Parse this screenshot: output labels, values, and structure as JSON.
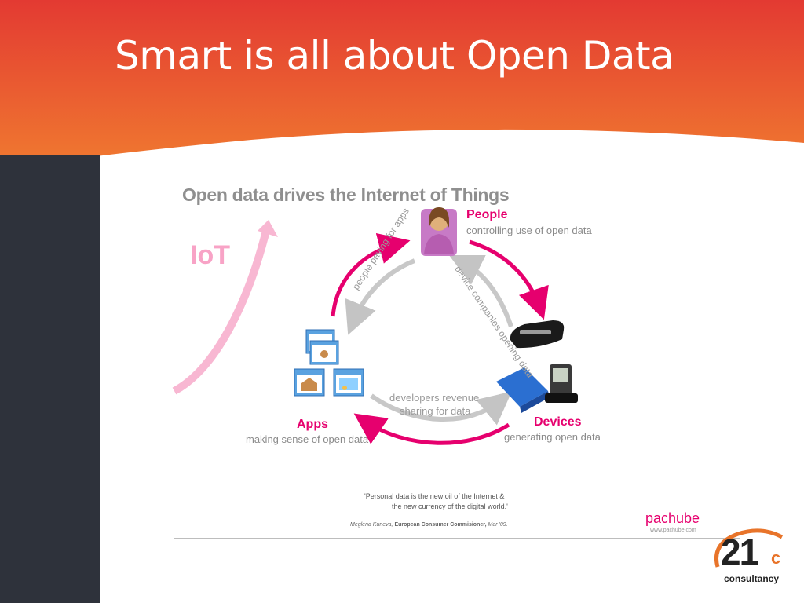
{
  "slide": {
    "title": "Smart is all about Open Data",
    "colors": {
      "header_top": "#e33a32",
      "header_bottom": "#f07a30",
      "sidebar": "#2e323b",
      "accent": "#e6006e"
    }
  },
  "diagram": {
    "heading": "Open data drives the Internet of Things",
    "iot_label": "IoT",
    "nodes": {
      "people": {
        "title": "People",
        "subtitle": "controlling use of open data",
        "icon": "person-icon"
      },
      "apps": {
        "title": "Apps",
        "subtitle": "making sense of open data",
        "icon": "app-windows-icon"
      },
      "devices": {
        "title": "Devices",
        "subtitle": "generating open data",
        "icon": "device-icon"
      }
    },
    "flows": {
      "apps_to_people": "people paying for apps",
      "people_to_devices": "device companies opening data",
      "devices_to_apps_line1": "developers revenue",
      "devices_to_apps_line2": "sharing for data"
    },
    "quote": {
      "line1": "'Personal data is the new oil of the Internet &",
      "line2": "the new currency of the digital world.'",
      "author": "Meglena Kuneva,",
      "role": "European Consumer Commisioner,",
      "date": "Mar '09."
    },
    "brand": {
      "name": "pachube",
      "url": "www.pachube.com"
    }
  },
  "logo": {
    "number": "21",
    "suffix": "c",
    "word": "consultancy"
  }
}
